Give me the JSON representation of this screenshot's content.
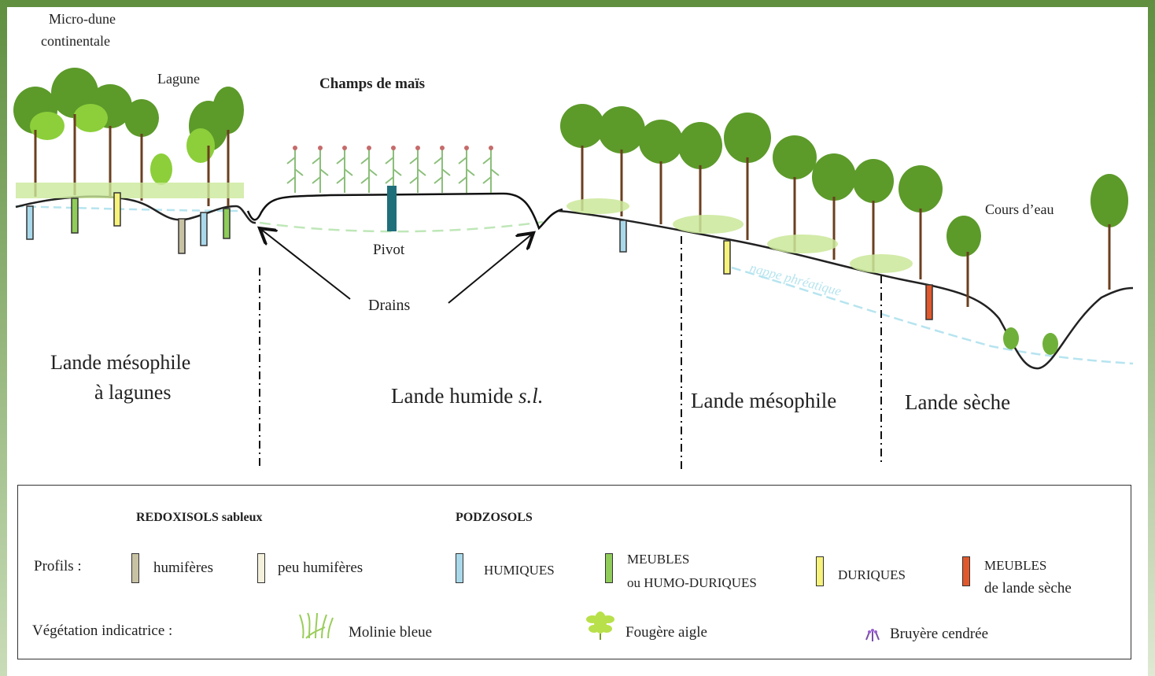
{
  "labels": {
    "micro_dune_line1": "Micro-dune",
    "micro_dune_line2": "continentale",
    "lagune": "Lagune",
    "champs": "Champs de maïs",
    "pivot": "Pivot",
    "drains": "Drains",
    "cours_eau": "Cours d’eau",
    "nappe": "nappe phréatique"
  },
  "zones": {
    "z1_line1": "Lande mésophile",
    "z1_line2": "à lagunes",
    "z2_main": "Lande humide",
    "z2_suffix": "s.l.",
    "z3": "Lande mésophile",
    "z4": "Lande sèche"
  },
  "legend": {
    "redoxisols": "REDOXISOLS sableux",
    "podzosols": "PODZOSOLS",
    "profils": "Profils :",
    "humiferes": "humifères",
    "peu_humiferes": "peu humifères",
    "humiques": "HUMIQUES",
    "meubles1_l1": "MEUBLES",
    "meubles1_l2": "ou HUMO-DURIQUES",
    "duriques": "DURIQUES",
    "meubles2_l1": "MEUBLES",
    "meubles2_l2": "de lande sèche",
    "vegetation": "Végétation indicatrice :",
    "molinie": "Molinie bleue",
    "fougere": "Fougère aigle",
    "bruyere": "Bruyère cendrée"
  },
  "colors": {
    "frame_green": "#5f8f3f",
    "humiferes": "#c8c2a4",
    "peu_humiferes": "#f3f0dc",
    "humiques": "#a9d8ea",
    "meubles": "#8fcc5a",
    "duriques": "#f6f27a",
    "meubles_seche": "#e0582c",
    "pivot": "#1f6f7a",
    "water": "#b6e4ef"
  },
  "icons": [
    "molinie-icon",
    "fougere-icon",
    "bruyere-icon"
  ]
}
